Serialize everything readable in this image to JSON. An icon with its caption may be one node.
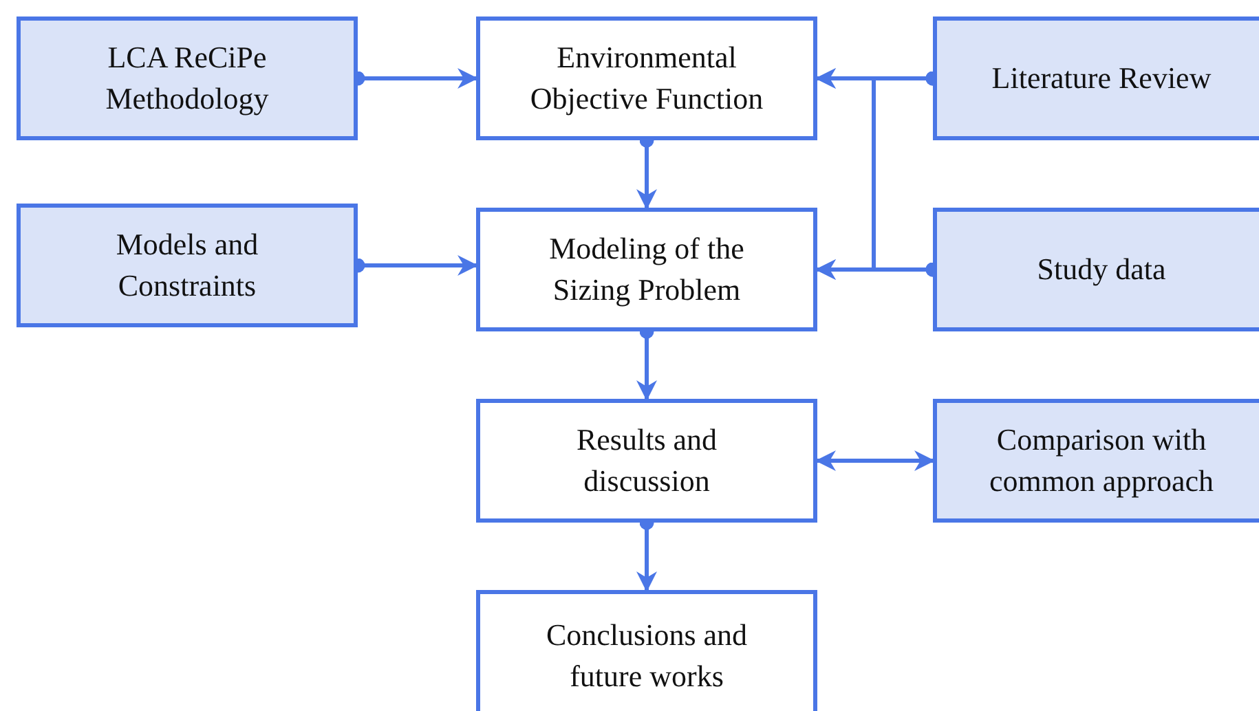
{
  "diagram": {
    "nodes": [
      {
        "text": [
          "LCA ReCiPe Methodology"
        ]
      },
      {
        "text": [
          "Environmental Objective Function"
        ]
      },
      {
        "text": [
          "Literature Review"
        ]
      },
      {
        "text": [
          "Models and Constraints"
        ]
      },
      {
        "text": [
          "Modeling of the Sizing Problem"
        ]
      },
      {
        "text": [
          "Study data"
        ]
      },
      {
        "text": [
          "Results and discussion"
        ]
      },
      {
        "text": [
          "Comparison with common approach"
        ]
      },
      {
        "text": [
          "Conclusions and future works"
        ]
      }
    ],
    "edges": [
      {
        "from": 0,
        "to": 1,
        "arrow": "to"
      },
      {
        "from": 2,
        "to": 1,
        "arrow": "to"
      },
      {
        "from": 2,
        "to": 4,
        "arrow": "to"
      },
      {
        "from": 1,
        "to": 4,
        "arrow": "to"
      },
      {
        "from": 3,
        "to": 4,
        "arrow": "to"
      },
      {
        "from": 5,
        "to": 4,
        "arrow": "to"
      },
      {
        "from": 5,
        "to": 1,
        "arrow": "to"
      },
      {
        "from": 4,
        "to": 6,
        "arrow": "to"
      },
      {
        "from": 6,
        "to": 7,
        "arrow": "both"
      },
      {
        "from": 6,
        "to": 8,
        "arrow": "to"
      }
    ]
  }
}
